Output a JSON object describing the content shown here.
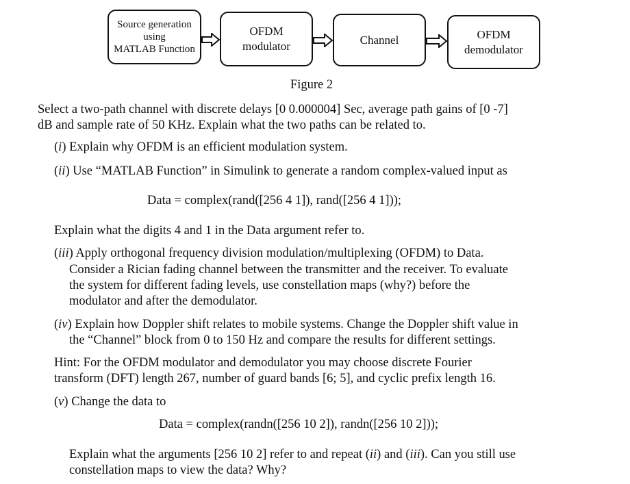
{
  "diagram": {
    "blocks": [
      {
        "lines": [
          "Source generation",
          "using",
          "MATLAB Function"
        ]
      },
      {
        "lines": [
          "OFDM",
          "modulator"
        ]
      },
      {
        "lines": [
          "Channel"
        ]
      },
      {
        "lines": [
          "OFDM",
          "demodulator"
        ]
      }
    ],
    "caption": "Figure 2"
  },
  "text": {
    "intro1": "Select a two-path channel with discrete delays [0  0.000004] Sec, average path gains of [0 -7]",
    "intro2": "dB and sample rate of 50 KHz. Explain what the two paths can be related to.",
    "i_num": "i",
    "i_text": " Explain why OFDM is an efficient modulation system.",
    "ii_num": "ii",
    "ii_text": " Use “MATLAB Function” in Simulink to generate a random complex-valued input as",
    "eq1": "Data = complex(rand([256 4 1]), rand([256 4 1]));",
    "digits": "Explain what the digits 4 and 1 in the Data argument refer to.",
    "iii_num": "iii",
    "iii_1": " Apply orthogonal frequency division modulation/multiplexing (OFDM) to Data.",
    "iii_2": "Consider a Rician fading channel between the transmitter and the receiver. To evaluate",
    "iii_3": "the system for different fading levels, use constellation maps (why?) before the",
    "iii_4": "modulator and after the demodulator.",
    "iv_num": "iv",
    "iv_1": " Explain how Doppler shift relates to mobile systems. Change the Doppler shift value in",
    "iv_2": "the “Channel” block from 0 to 150 Hz and compare the results for different settings.",
    "hint1": "Hint: For the OFDM modulator and demodulator you may choose discrete Fourier",
    "hint2": "transform (DFT) length 267, number of guard bands [6; 5], and cyclic prefix length 16.",
    "v_num": "v",
    "v_text": " Change the data to",
    "eq2": "Data = complex(randn([256 10 2]), randn([256 10 2]));",
    "v_1a": "Explain what the arguments [256 10 2] refer to and repeat (",
    "v_1b": "ii",
    "v_1c": ") and (",
    "v_1d": "iii",
    "v_1e": "). Can you still use",
    "v_2": "constellation maps to view the data? Why?"
  }
}
